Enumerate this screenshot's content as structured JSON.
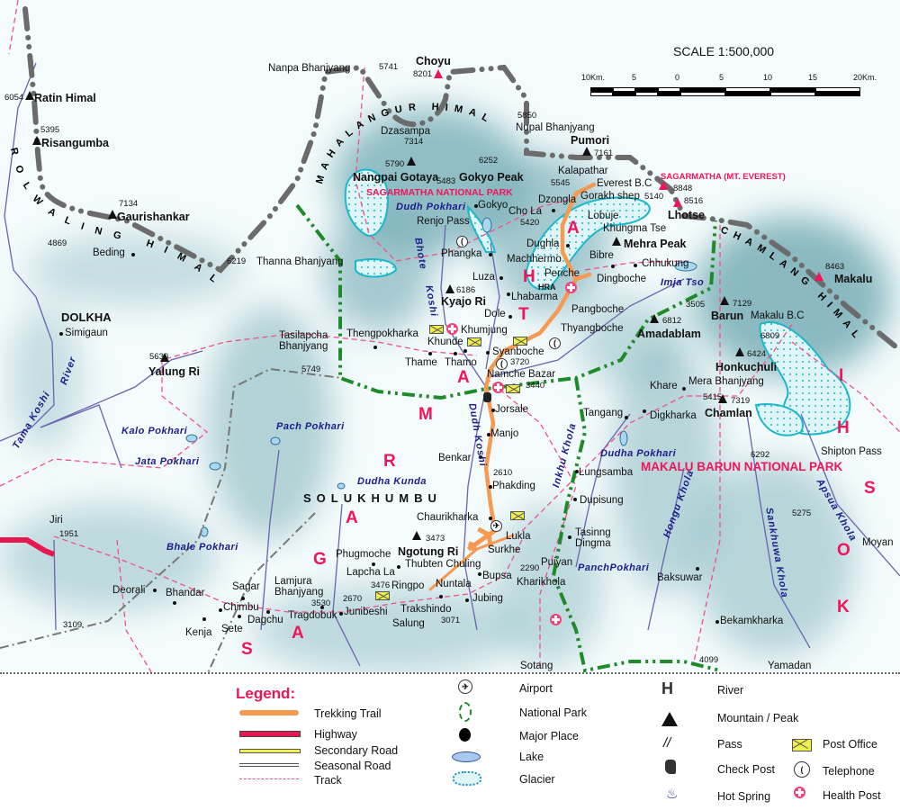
{
  "scale": {
    "title": "SCALE 1:500,000",
    "labels": [
      "10Km.",
      "5",
      "0",
      "5",
      "10",
      "15",
      "20Km."
    ]
  },
  "ranges": [
    "MAHALANGUR HIMAL",
    "ROLWALING HIMAL",
    "CHAMLANG HIMAL"
  ],
  "zones": [
    "SAGARMATHA",
    "KOSHI"
  ],
  "parks": [
    "SAGARMATHA NATIONAL PARK",
    "MAKALU BARUN NATIONAL PARK"
  ],
  "districts": [
    "DOLKHA",
    "SOLUKHUMBU"
  ],
  "peaks": [
    {
      "name": "Ratin Himal",
      "elev": "6054"
    },
    {
      "name": "Risangumba",
      "elev": "5395"
    },
    {
      "name": "Gaurishankar",
      "elev": "7134"
    },
    {
      "name": "Choyu",
      "elev": "8201"
    },
    {
      "name": "Nangpai Gotaya",
      "elev": "5790"
    },
    {
      "name": "Gokyo Peak",
      "elev": "5483"
    },
    {
      "name": "Pumori",
      "elev": "7161"
    },
    {
      "name": "SAGARMATHA (MT. EVEREST)",
      "elev": "8848"
    },
    {
      "name": "Lhotse",
      "elev": "8516"
    },
    {
      "name": "Mehra Peak",
      "elev": ""
    },
    {
      "name": "Kyajo Ri",
      "elev": "6186"
    },
    {
      "name": "Amadablam",
      "elev": "6812"
    },
    {
      "name": "Barun",
      "elev": "7129"
    },
    {
      "name": "Makalu",
      "elev": "8463"
    },
    {
      "name": "Honkuchuli",
      "elev": "6424"
    },
    {
      "name": "Chamlan",
      "elev": "7319"
    },
    {
      "name": "Yalung Ri",
      "elev": "5630"
    },
    {
      "name": "Ngotung Ri",
      "elev": "3473"
    },
    {
      "name": "Dzasampa",
      "elev": "7314"
    }
  ],
  "places": [
    "Nanpa Bhanjyang",
    "Nupal Bhanjyang",
    "Thanna Bhanjyang",
    "Beding",
    "Simigaun",
    "Tasilapcha Bhanjyang",
    "Thengpokharka",
    "Khunde",
    "Khumjung",
    "Syanboche",
    "Thame",
    "Thamo",
    "Namche Bazar",
    "Jorsale",
    "Manjo",
    "Benkar",
    "Phakding",
    "Chaurikharka",
    "Lukla",
    "Surkhe",
    "Phugmoche",
    "Thubten Chuling",
    "Lapcha La",
    "Bupsa",
    "Ringpo",
    "Nuntala",
    "Jubing",
    "Trakshindo",
    "Salung",
    "Junibeshi",
    "Tragdobuk",
    "Lamjura Bhanjyang",
    "Sagar",
    "Chimbu",
    "Dagchu",
    "Sete",
    "Kenja",
    "Bhandar",
    "Deorali",
    "Jiri",
    "Gokyo",
    "Renjo Pass",
    "Cho La",
    "Dzongla",
    "Gorakh shep",
    "Kalapathar",
    "Lobuje",
    "Khungma Tse",
    "Dughla",
    "Machhermo",
    "Periche",
    "HRA",
    "Bibre",
    "Chhukung",
    "Dingboche",
    "Phangka",
    "Luza",
    "Lhabarma",
    "Dole",
    "Pangboche",
    "Thyangboche",
    "Makalu B.C",
    "Khare",
    "Mera Bhanjyang",
    "Digkharka",
    "Tangang",
    "Lungsamba",
    "Dupisung",
    "Tasinng Dingma",
    "Puiyan",
    "Kharikhola",
    "Baksuwar",
    "Bekamkharka",
    "Yamadan",
    "Sotang",
    "Moyan",
    "Shipton Pass",
    "Everest B.C"
  ],
  "spot_heights": [
    "5741",
    "5850",
    "6219",
    "4869",
    "5749",
    "3720",
    "3440",
    "2610",
    "2290",
    "3476",
    "2670",
    "3530",
    "3071",
    "1951",
    "3109",
    "6252",
    "5545",
    "5420",
    "5140",
    "3505",
    "6809",
    "5415",
    "6292",
    "5275",
    "4099"
  ],
  "lakes": [
    "Dudh Pokhari",
    "Kalo Pokhari",
    "Jata Pokhari",
    "Pach Pokhari",
    "Dudha Kunda",
    "Bhale Pokhari",
    "Dudha Pokhari",
    "PanchPokhari",
    "Imja Tso"
  ],
  "rivers": [
    "Bhote",
    "Koshi",
    "Dudh Koshi",
    "Tama Koshi",
    "River",
    "Inkhu Khola",
    "Hongu Khola",
    "Sankhuwa Khola",
    "Apsua Khola"
  ],
  "legend": {
    "title": "Legend:",
    "lines": [
      "Trekking Trail",
      "Highway",
      "Secondary Road",
      "Seasonal Road",
      "Track"
    ],
    "symbols": [
      "Airport",
      "National Park",
      "Major Place",
      "Lake",
      "Glacier"
    ],
    "symbols2": [
      "River",
      "Mountain / Peak",
      "Pass",
      "Check Post",
      "Hot Spring"
    ],
    "symbols3": [
      "Post Office",
      "Telephone",
      "Health Post"
    ]
  },
  "colors": {
    "trail": "#f59a50",
    "highway": "#e8174f",
    "park_boundary": "#1f8a2a",
    "border": "#6b6b6b",
    "track": "#f0508a",
    "river": "#6a63b0",
    "glacier": "#1bb7cc"
  }
}
